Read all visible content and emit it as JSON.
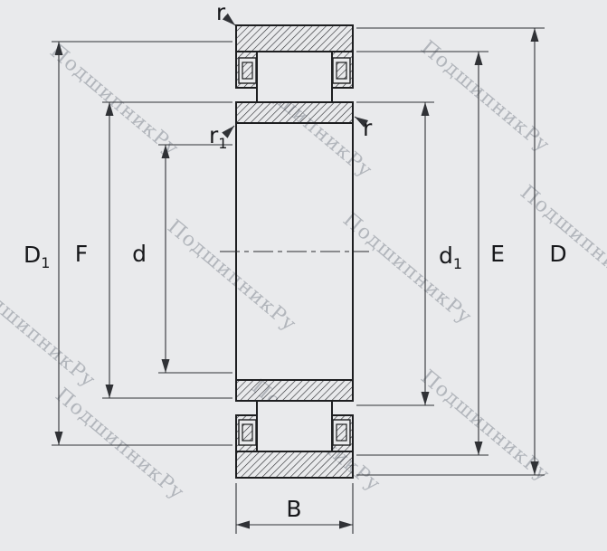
{
  "colors": {
    "background": "#e9eaec",
    "drawing_line": "#1d1e20",
    "dimension_line": "#303236",
    "label_text": "#17181b",
    "watermark": "#868c95"
  },
  "watermark": {
    "text": "ПодшипникРу"
  },
  "labels": {
    "r_top": "r",
    "r1_base": "r",
    "r1_sub": "1",
    "r_side": "r",
    "D1_base": "D",
    "D1_sub": "1",
    "F": "F",
    "d": "d",
    "d1_base": "d",
    "d1_sub": "1",
    "E": "E",
    "D": "D",
    "B": "B"
  }
}
